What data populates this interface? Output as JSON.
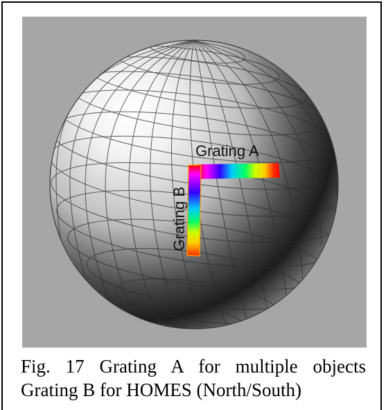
{
  "figure": {
    "grating_a_label": "Grating A",
    "grating_b_label": "Grating B",
    "background_color": "#a6a6a6",
    "rainbow_colors": [
      "#ff0000",
      "#ff00ff",
      "#3300ff",
      "#00ccff",
      "#00ff66",
      "#ccff00",
      "#ffcc00",
      "#ff3300",
      "#ff0000"
    ]
  },
  "caption": {
    "line1": "Fig. 17 Grating A for multiple objects",
    "line2": "Grating B for HOMES (North/South)"
  }
}
